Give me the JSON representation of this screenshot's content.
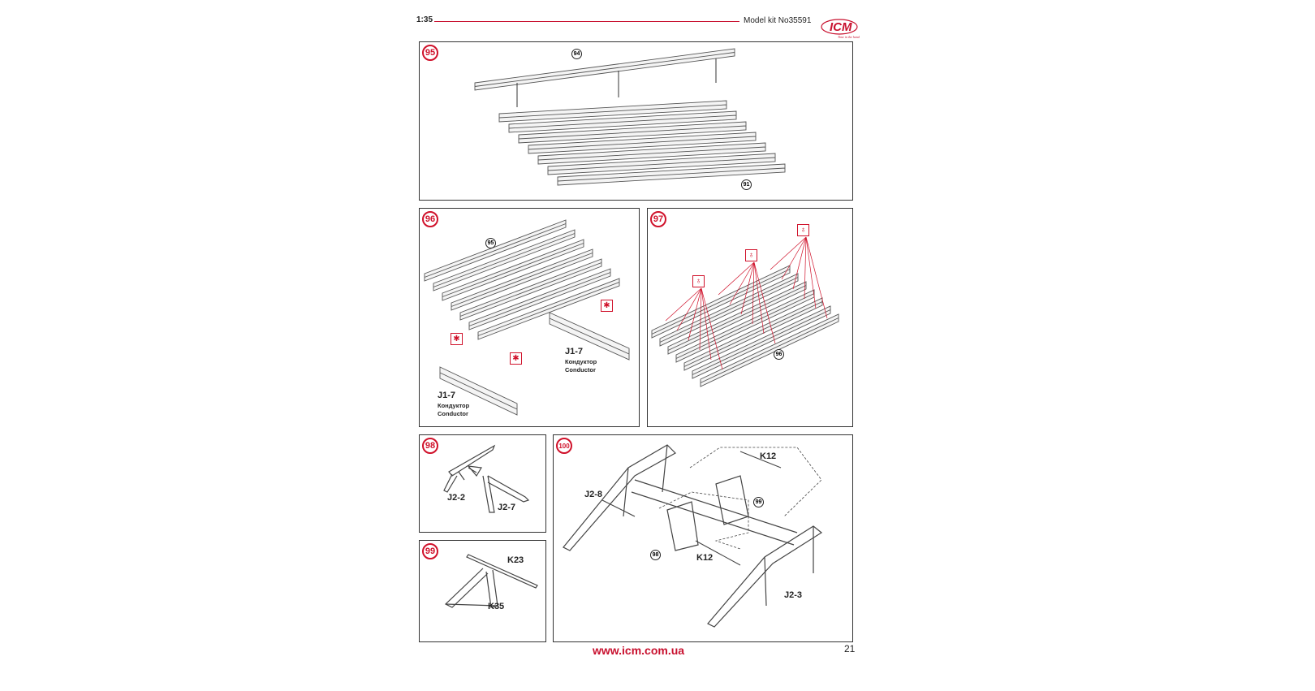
{
  "header": {
    "scale": "1:35",
    "model_kit": "Model kit No35591",
    "logo_text": "ICM",
    "logo_tagline": "Time in the hand"
  },
  "steps": {
    "s95": {
      "number": "95",
      "refs": [
        "94",
        "91"
      ]
    },
    "s96": {
      "number": "96",
      "ref": "95",
      "part": "J1-7",
      "sub_ru": "Кондуктор",
      "sub_en": "Conductor"
    },
    "s97": {
      "number": "97",
      "ref": "96"
    },
    "s98": {
      "number": "98",
      "parts": [
        "J2-2",
        "J2-7"
      ]
    },
    "s99": {
      "number": "99",
      "parts": [
        "K23",
        "K35"
      ]
    },
    "s100": {
      "number": "100",
      "parts": [
        "K12",
        "J2-8",
        "K12",
        "J2-3"
      ],
      "refs": [
        "99",
        "98"
      ]
    }
  },
  "footer": {
    "url": "www.icm.com.ua",
    "page": "21"
  },
  "colors": {
    "accent": "#c8102e"
  }
}
